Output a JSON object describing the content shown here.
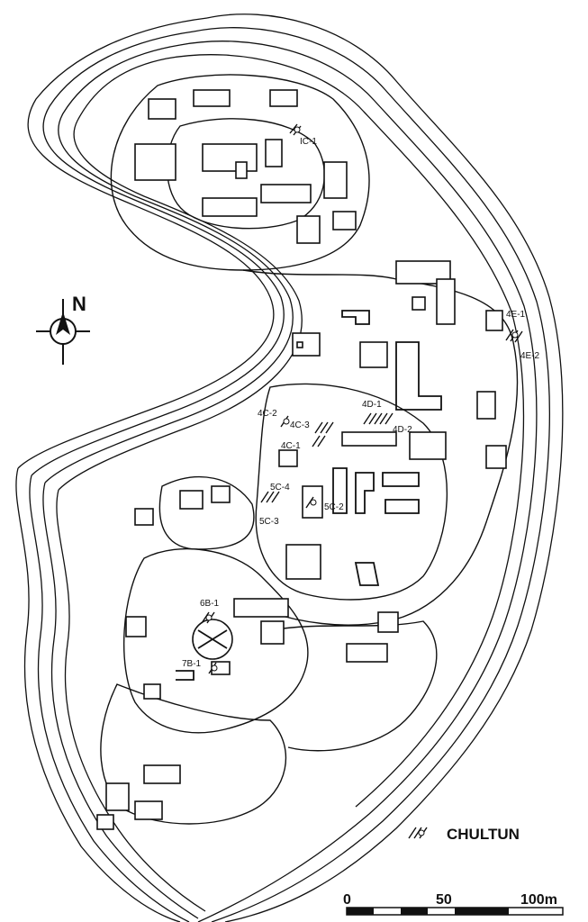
{
  "north": {
    "letter": "N"
  },
  "legend": {
    "label": "CHULTUN"
  },
  "scale": {
    "ticks": [
      "0",
      "50",
      "100m"
    ]
  },
  "chultuns": [
    {
      "id": "IC-1"
    },
    {
      "id": "4E-1"
    },
    {
      "id": "4E-2"
    },
    {
      "id": "4D-1"
    },
    {
      "id": "4D-2"
    },
    {
      "id": "4C-2"
    },
    {
      "id": "4C-3"
    },
    {
      "id": "4C-1"
    },
    {
      "id": "5C-4"
    },
    {
      "id": "5C-3"
    },
    {
      "id": "5C-2"
    },
    {
      "id": "6B-1"
    },
    {
      "id": "7B-1"
    }
  ]
}
